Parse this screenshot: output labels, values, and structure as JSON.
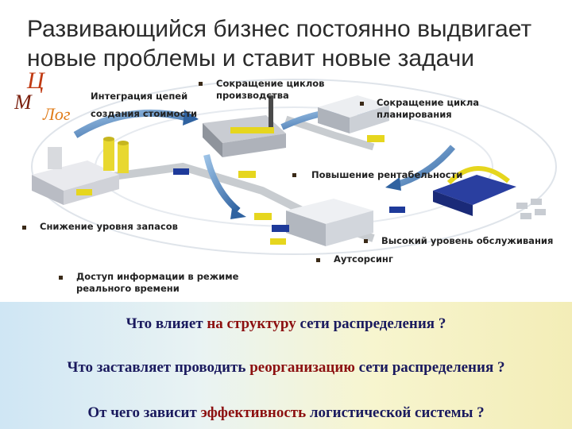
{
  "title": "Развивающийся бизнес постоянно выдвигает\nновые проблемы и ставит новые задачи",
  "logo": {
    "letter_top": "Ц",
    "letter_left": "М",
    "letters_bottom": "Лог"
  },
  "labels": {
    "integration": "Интеграция цепей\nсоздания стоимости",
    "production": "Сокращение циклов\nпроизводства",
    "planning": "Сокращение цикла\nпланирования",
    "profitability": "Повышение рентабельности",
    "inventory": "Снижение уровня запасов",
    "service": "Высокий уровень обслуживания",
    "outsourcing": "Аутсорсинг",
    "realtime": "Доступ информации в режиме\nреального времени"
  },
  "questions": [
    {
      "pre": "Что влияет ",
      "hl": "на структуру",
      "post": " сети распределения ?"
    },
    {
      "pre": "Что заставляет проводить ",
      "hl": "реорганизацию",
      "post": " сети распределения ?"
    },
    {
      "pre": "От чего зависит ",
      "hl": "эффективность",
      "post": " логистической системы ?"
    }
  ],
  "colors": {
    "road_gray": "#c8ccd0",
    "arrow_blue": "#3d74b0",
    "truck_yellow": "#e6d61e",
    "truck_blue": "#1e3a9a",
    "bullet": "#3a2a18",
    "question_text": "#1a1a5e",
    "question_highlight": "#8c1010"
  }
}
